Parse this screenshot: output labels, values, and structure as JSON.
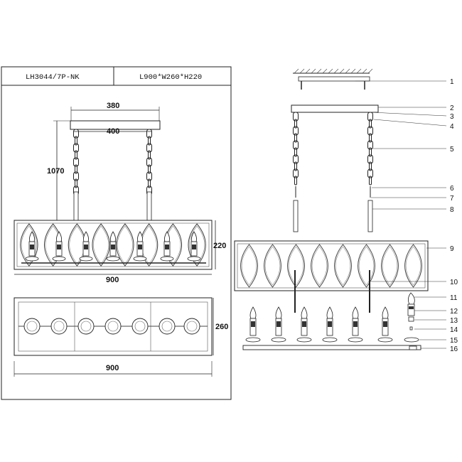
{
  "header": {
    "model": "LH3044/7P-NK",
    "size": "L900*W260*H220"
  },
  "dimensions": {
    "canopy_width": "380",
    "hook_spacing": "400",
    "chain_height": "1070",
    "body_height": "220",
    "body_length": "900",
    "body_width": "260",
    "top_view_length": "900"
  },
  "parts": [
    "1",
    "2",
    "3",
    "4",
    "5",
    "6",
    "7",
    "8",
    "9",
    "10",
    "11",
    "12",
    "13",
    "14",
    "15",
    "16"
  ],
  "colors": {
    "line": "#222222",
    "light_line": "#666666",
    "background": "#ffffff"
  }
}
